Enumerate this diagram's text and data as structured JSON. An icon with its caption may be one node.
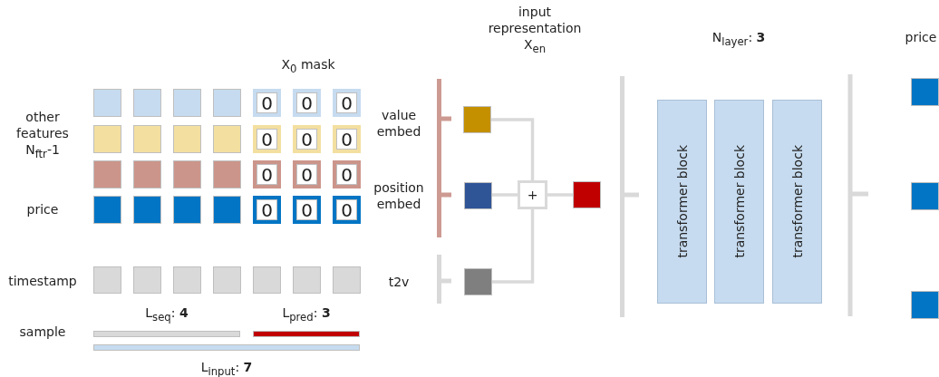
{
  "diagram": {
    "nodes": [
      {
        "text": [],
        "shape": "box"
      },
      {
        "text": [],
        "shape": "box"
      },
      {
        "text": [],
        "shape": "box"
      },
      {
        "text": [],
        "shape": "box"
      },
      {
        "text": [
          "0"
        ]
      },
      {
        "text": [
          "0"
        ]
      },
      {
        "text": [
          "0"
        ]
      },
      {
        "text": [],
        "shape": "box"
      },
      {
        "text": [],
        "shape": "box"
      },
      {
        "text": [],
        "shape": "box"
      },
      {
        "text": [],
        "shape": "box"
      },
      {
        "text": [
          "0"
        ]
      },
      {
        "text": [
          "0"
        ]
      },
      {
        "text": [
          "0"
        ]
      },
      {
        "text": [],
        "shape": "box"
      },
      {
        "text": [],
        "shape": "box"
      },
      {
        "text": [],
        "shape": "box"
      },
      {
        "text": [],
        "shape": "box"
      },
      {
        "text": [
          "0"
        ]
      },
      {
        "text": [
          "0"
        ]
      },
      {
        "text": [
          "0"
        ]
      },
      {
        "text": [],
        "shape": "box"
      },
      {
        "text": [],
        "shape": "box"
      },
      {
        "text": [],
        "shape": "box"
      },
      {
        "text": [],
        "shape": "box"
      },
      {
        "text": [
          "0"
        ]
      },
      {
        "text": [
          "0"
        ]
      },
      {
        "text": [
          "0"
        ]
      },
      {
        "text": [],
        "shape": "box"
      },
      {
        "text": [],
        "shape": "box"
      },
      {
        "text": [],
        "shape": "box"
      },
      {
        "text": [],
        "shape": "box"
      },
      {
        "text": [],
        "shape": "box"
      },
      {
        "text": [],
        "shape": "box"
      },
      {
        "text": [],
        "shape": "box"
      },
      {
        "text": [],
        "shape": "box"
      },
      {
        "text": [],
        "shape": "box"
      },
      {
        "text": [
          "+"
        ]
      },
      {
        "text": [],
        "shape": "box"
      },
      {
        "text": [],
        "shape": "box"
      },
      {
        "text": [
          "transformer block"
        ]
      },
      {
        "text": [
          "transformer block"
        ]
      },
      {
        "text": [
          "transformer block"
        ]
      },
      {
        "text": [],
        "shape": "box"
      },
      {
        "text": [],
        "shape": "box"
      },
      {
        "text": [],
        "shape": "box"
      },
      {
        "text": [
          "L$_{seq}$: **4**"
        ]
      },
      {
        "text": [
          "L$_{pred}$: **3**"
        ]
      },
      {
        "text": [
          "L$_{input}$: **7**"
        ]
      }
    ],
    "edges": [
      {
        "from": 35,
        "to": 37,
        "arrow": "none"
      },
      {
        "from": 36,
        "to": 37,
        "arrow": "none"
      },
      {
        "from": 39,
        "to": 37,
        "arrow": "none"
      },
      {
        "from": 37,
        "to": 38,
        "arrow": "none"
      }
    ],
    "labels": [
      "input representation X$_{en}$",
      "N$_{layer}$: **3**",
      "price",
      "X$_{0}$ mask",
      "other features N$_{ftr}$-1",
      "value embed",
      "position embed",
      "price",
      "t2v",
      "timestamp",
      "sample"
    ]
  }
}
